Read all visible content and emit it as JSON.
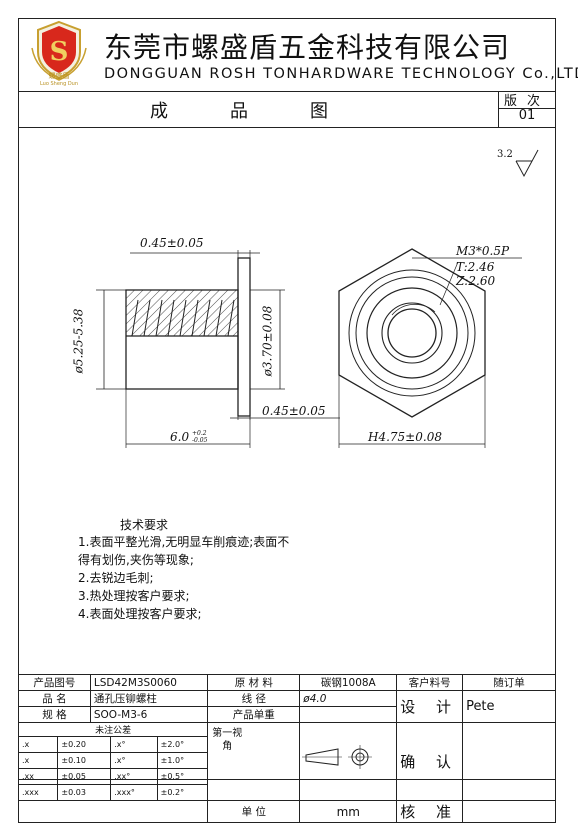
{
  "company": {
    "logo_text": "螺盛盾",
    "logo_sub": "Luo Sheng Dun",
    "name_cn": "东莞市螺盛盾五金科技有限公司",
    "name_en": "DONGGUAN ROSH TONHARDWARE TECHNOLOGY Co.,LTD"
  },
  "header": {
    "doc_title": "成品图",
    "revision_label": "版次",
    "revision_value": "01"
  },
  "drawing": {
    "roughness": "3.2",
    "dim_flange_thick": "0.45±0.05",
    "dim_outer_dia": "ø5.25-5.38",
    "dim_inner_dia": "ø3.70±0.08",
    "dim_head_thick": "0.45±0.05",
    "dim_length": "6.0",
    "dim_length_tol_up": "+0.2",
    "dim_length_tol_down": "-0.05",
    "thread": "M3*0.5P",
    "thread_t": "T:2.46",
    "thread_z": "Z:2.60",
    "hex_size": "H4.75±0.08"
  },
  "requirements": {
    "title": "技术要求",
    "lines": [
      "1.表面平整光滑,无明显车削痕迹;表面不",
      "得有划伤,夹伤等现象;",
      "2.去锐边毛刺;",
      "3.热处理按客户要求;",
      "4.表面处理按客户要求;"
    ]
  },
  "title_block": {
    "part_no_label": "产品图号",
    "part_no": "LSD42M3S0060",
    "name_label": "品    名",
    "name": "通孔压铆螺柱",
    "spec_label": "规    格",
    "spec": "SOO-M3-6",
    "material_label": "原 材 料",
    "material": "碳钢1008A",
    "wire_label": "线    径",
    "wire": "ø4.0",
    "unit_weight_label": "产品单重",
    "unit_weight": "",
    "customer_no_label": "客户料号",
    "customer_no": "",
    "order_label": "随订单",
    "design_label": "设 计",
    "designer": "Pete",
    "confirm_label": "确 认",
    "approve_label": "核 准",
    "unmarked_tol_label": "未注公差",
    "view_label": "第一视角",
    "unit_label": "单    位",
    "unit_value": "mm",
    "tolerances": [
      {
        "a": ".x",
        "b": "±0.20",
        "c": ".x°",
        "d": "±2.0°"
      },
      {
        "a": ".x",
        "b": "±0.10",
        "c": ".x°",
        "d": "±1.0°"
      },
      {
        "a": ".xx",
        "b": "±0.05",
        "c": ".xx°",
        "d": "±0.5°"
      },
      {
        "a": ".xxx",
        "b": "±0.03",
        "c": ".xxx°",
        "d": "±0.2°"
      }
    ]
  }
}
